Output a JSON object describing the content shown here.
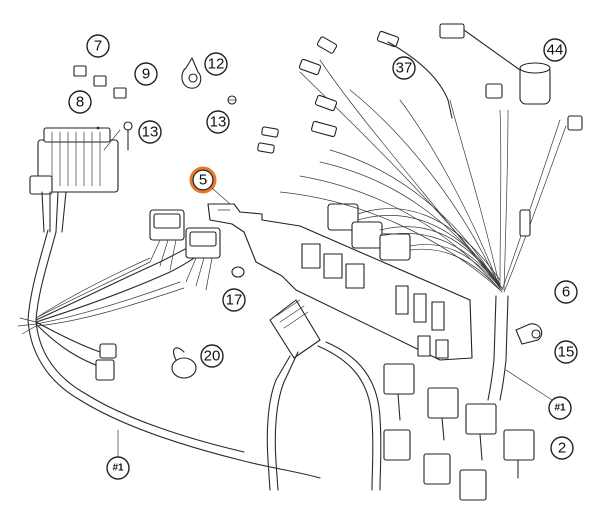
{
  "diagram": {
    "callouts": [
      {
        "id": "7",
        "label": "7"
      },
      {
        "id": "8",
        "label": "8"
      },
      {
        "id": "9",
        "label": "9"
      },
      {
        "id": "12",
        "label": "12"
      },
      {
        "id": "13a",
        "label": "13"
      },
      {
        "id": "13b",
        "label": "13"
      },
      {
        "id": "37",
        "label": "37"
      },
      {
        "id": "44",
        "label": "44"
      },
      {
        "id": "5",
        "label": "5",
        "highlighted": true
      },
      {
        "id": "17",
        "label": "17"
      },
      {
        "id": "20",
        "label": "20"
      },
      {
        "id": "6",
        "label": "6"
      },
      {
        "id": "15",
        "label": "15"
      },
      {
        "id": "h1a",
        "label": "#1"
      },
      {
        "id": "h1b",
        "label": "#1"
      },
      {
        "id": "2",
        "label": "2"
      }
    ],
    "highlight_color": "#e8782a"
  }
}
